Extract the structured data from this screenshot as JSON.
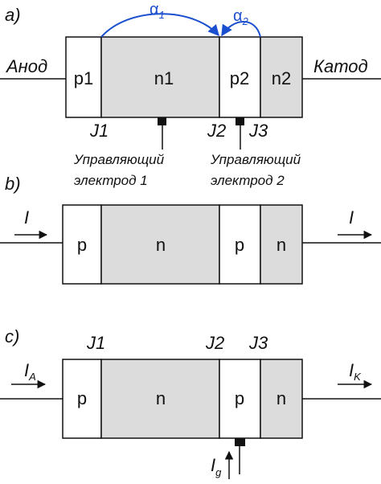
{
  "colors": {
    "n_region": "#dcdcdc",
    "p_region": "#ffffff",
    "arc": "#1a4fcf",
    "line": "#111111"
  },
  "panel_a": {
    "label": "a)",
    "left_terminal": "Анод",
    "right_terminal": "Катод",
    "regions": [
      "p1",
      "n1",
      "p2",
      "n2"
    ],
    "junctions": [
      "J1",
      "J2",
      "J3"
    ],
    "alpha1": "α",
    "alpha1_sub": "1",
    "alpha2": "α",
    "alpha2_sub": "2",
    "gate1_line1": "Управляющий",
    "gate1_line2": "электрод 1",
    "gate2_line1": "Управляющий",
    "gate2_line2": "электрод 2"
  },
  "panel_b": {
    "label": "b)",
    "current_in": "I",
    "current_out": "I",
    "regions": [
      "p",
      "n",
      "p",
      "n"
    ]
  },
  "panel_c": {
    "label": "c)",
    "regions": [
      "p",
      "n",
      "p",
      "n"
    ],
    "junctions": [
      "J1",
      "J2",
      "J3"
    ],
    "current_in": "I",
    "current_in_sub": "A",
    "current_out": "I",
    "current_out_sub": "K",
    "gate_current": "I",
    "gate_current_sub": "g"
  }
}
